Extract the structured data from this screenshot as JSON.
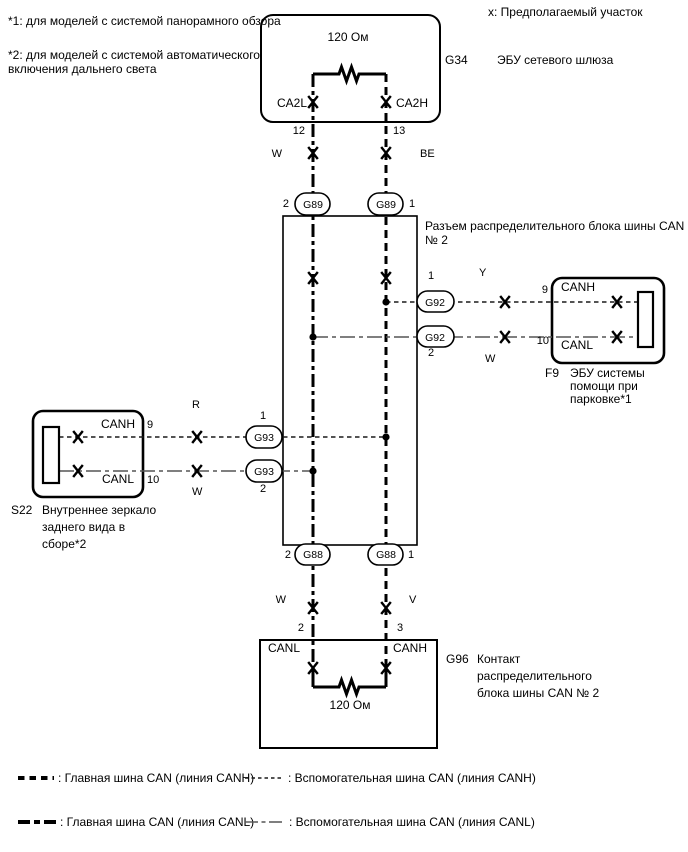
{
  "notes": {
    "note1": "*1: для моделей с системой панорамного обзора",
    "note2_line1": "*2: для моделей с системой автоматического",
    "note2_line2": "включения дальнего света",
    "x_legend": "x: Предполагаемый участок"
  },
  "gateway": {
    "id": "G34",
    "name": "ЭБУ сетевого шлюза",
    "resistor": "120 Ом",
    "terminal_left": "CA2L",
    "terminal_right": "CA2H",
    "pin_left": "12",
    "pin_right": "13",
    "wire_left_color": "W",
    "wire_right_color": "BE"
  },
  "connector_g89": {
    "label": "G89",
    "pin_left": "2",
    "pin_right": "1"
  },
  "junction_connector": {
    "name_line1": "Разъем распределительного блока шины CAN",
    "name_line2": "№ 2"
  },
  "connector_g92": {
    "label": "G92",
    "pin_top": "1",
    "pin_bottom": "2",
    "wire_top_color": "Y",
    "wire_bottom_color": "W",
    "pin_canh": "9",
    "pin_canl": "10"
  },
  "parking_ecu": {
    "id": "F9",
    "name_line1": "ЭБУ системы",
    "name_line2": "помощи при",
    "name_line3": "парковке*1",
    "canh": "CANH",
    "canl": "CANL"
  },
  "connector_g93": {
    "label": "G93",
    "pin_top": "1",
    "pin_bottom": "2",
    "wire_top_color": "R",
    "wire_bottom_color": "W"
  },
  "mirror": {
    "id": "S22",
    "name_line1": "Внутреннее зеркало",
    "name_line2": "заднего вида в",
    "name_line3": "сборе*2",
    "canh": "CANH",
    "canl": "CANL",
    "pin_canh": "9",
    "pin_canl": "10"
  },
  "connector_g88": {
    "label": "G88",
    "pin_left": "2",
    "pin_right": "1"
  },
  "bottom_wires": {
    "wire_left_color": "W",
    "wire_right_color": "V",
    "pin_left": "2",
    "pin_right": "3"
  },
  "terminal_block": {
    "id": "G96",
    "name_line1": "Контакт",
    "name_line2": "распределительного",
    "name_line3": "блока шины CAN № 2",
    "canl": "CANL",
    "canh": "CANH",
    "resistor": "120 Ом"
  },
  "legend": {
    "main_canh": ": Главная шина CAN (линия CANH)",
    "main_canl": ": Главная шина CAN (линия CANL)",
    "aux_canh": ": Вспомогательная шина CAN (линия CANH)",
    "aux_canl": ": Вспомогательная шина CAN (линия CANL)"
  }
}
